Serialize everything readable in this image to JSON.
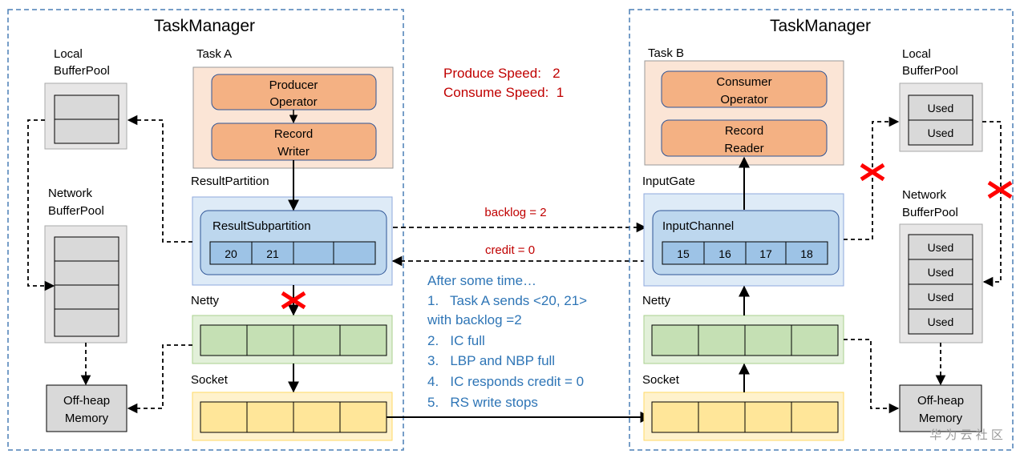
{
  "left_tm": {
    "title": "TaskManager",
    "local_pool_label": [
      "Local",
      "BufferPool"
    ],
    "network_pool_label": [
      "Network",
      "BufferPool"
    ],
    "task_label": "Task A",
    "producer_label": [
      "Producer",
      "Operator"
    ],
    "writer_label": [
      "Record",
      "Writer"
    ],
    "result_partition_label": "ResultPartition",
    "subpartition_label": "ResultSubpartition",
    "subpartition_cells": [
      "20",
      "21",
      "",
      ""
    ],
    "netty_label": "Netty",
    "socket_label": "Socket",
    "offheap_label": [
      "Off-heap",
      "Memory"
    ]
  },
  "right_tm": {
    "title": "TaskManager",
    "task_label": "Task B",
    "consumer_label": [
      "Consumer",
      "Operator"
    ],
    "reader_label": [
      "Record",
      "Reader"
    ],
    "input_gate_label": "InputGate",
    "input_channel_label": "InputChannel",
    "channel_cells": [
      "15",
      "16",
      "17",
      "18"
    ],
    "netty_label": "Netty",
    "socket_label": "Socket",
    "local_pool_label": [
      "Local",
      "BufferPool"
    ],
    "local_pool_cells": [
      "Used",
      "Used"
    ],
    "network_pool_label": [
      "Network",
      "BufferPool"
    ],
    "network_pool_cells": [
      "Used",
      "Used",
      "Used",
      "Used"
    ],
    "offheap_label": [
      "Off-heap",
      "Memory"
    ]
  },
  "speeds": {
    "produce": "Produce Speed:   2",
    "consume": "Consume Speed:  1"
  },
  "backlog_label": "backlog = 2",
  "credit_label": "credit = 0",
  "notes": {
    "title": "After some time…",
    "lines": [
      "1.   Task A sends <20, 21>",
      "with backlog =2",
      "2.   IC full",
      "3.   LBP and NBP full",
      "4.   IC responds credit = 0",
      "5.   RS write stops"
    ]
  },
  "watermark": "华 为 云 社 区",
  "colors": {
    "dashed_border": "#4a7fb5",
    "task_fill": "#fbe5d6",
    "operator_fill": "#f4b183",
    "partition_fill": "#deebf7",
    "sub_fill": "#bdd7ee",
    "cell_fill": "#9dc3e6",
    "netty_fill": "#e2f0d9",
    "netty_cell": "#c5e0b4",
    "socket_fill": "#fff2cc",
    "socket_cell": "#ffe699",
    "pool_fill": "#e7e6e6",
    "pool_cell": "#d9d9d9",
    "red_text": "#c00000",
    "blue_text": "#2e75b6",
    "cross": "#ff0000"
  }
}
